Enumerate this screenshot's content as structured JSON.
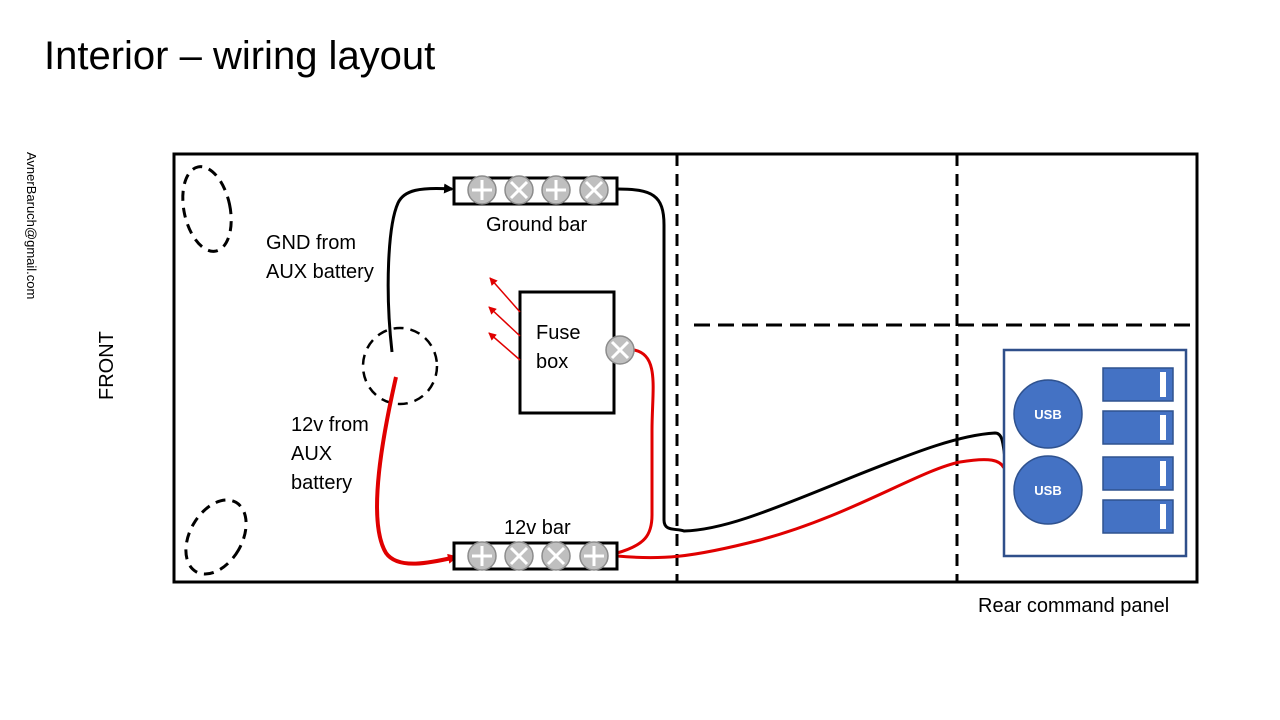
{
  "title": "Interior – wiring layout",
  "author_email": "AvnerBaruch@gmail.com",
  "labels": {
    "front": "FRONT",
    "ground_bar": "Ground bar",
    "fuse_box_line1": "Fuse",
    "fuse_box_line2": "box",
    "gnd_line1": "GND from",
    "gnd_line2": "AUX battery",
    "v12_line1": "12v from",
    "v12_line2": "AUX",
    "v12_line3": "battery",
    "bar_12v": "12v bar",
    "rear_panel": "Rear command panel"
  },
  "usb_ports": [
    "USB",
    "USB"
  ],
  "switch_count": 4,
  "colors": {
    "wire_positive": "#e00000",
    "wire_ground": "#000000",
    "panel_border": "#2f4f8a",
    "usb_fill": "#4472c4",
    "terminal_fill": "#bfbfbf",
    "heat_arrows": "#e00000"
  }
}
